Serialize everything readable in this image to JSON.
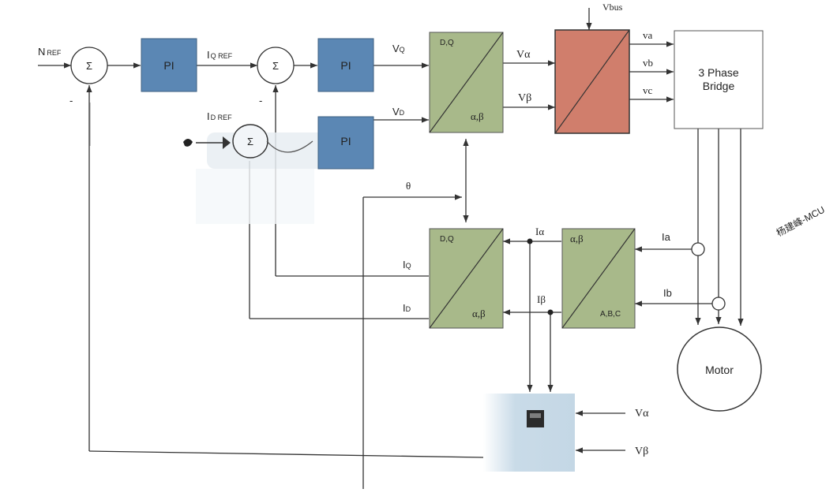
{
  "colors": {
    "pi_block": "#5b87b4",
    "transform_block": "#a8b98a",
    "pwm_block": "#d07e6c",
    "estimator_block": "#c9dbe8",
    "line": "#333333"
  },
  "labels": {
    "n_ref": "N",
    "n_ref_sub": "REF",
    "iq_ref": "I",
    "iq_ref_sub": "Q REF",
    "id_ref": "I",
    "id_ref_sub": "D REF",
    "sum_symbol": "Σ",
    "pi": "PI",
    "vq": "V",
    "vq_sub": "Q",
    "vd": "V",
    "vd_sub": "D",
    "dq": "D,Q",
    "alpha_beta": "α,β",
    "abc": "A,B,C",
    "v_alpha": "Vα",
    "v_beta": "Vβ",
    "vbus": "Vbus",
    "va": "va",
    "vb": "vb",
    "vc": "vc",
    "bridge_line1": "3 Phase",
    "bridge_line2": "Bridge",
    "motor": "Motor",
    "theta": "θ",
    "i_alpha": "Iα",
    "i_beta": "Iβ",
    "ia": "Ia",
    "ib": "Ib",
    "iq": "I",
    "iq_sub": "Q",
    "id": "I",
    "id_sub": "D",
    "minus": "-",
    "est_v_alpha": "Vα",
    "est_v_beta": "Vβ",
    "watermark": "杨建峰-MCU"
  }
}
